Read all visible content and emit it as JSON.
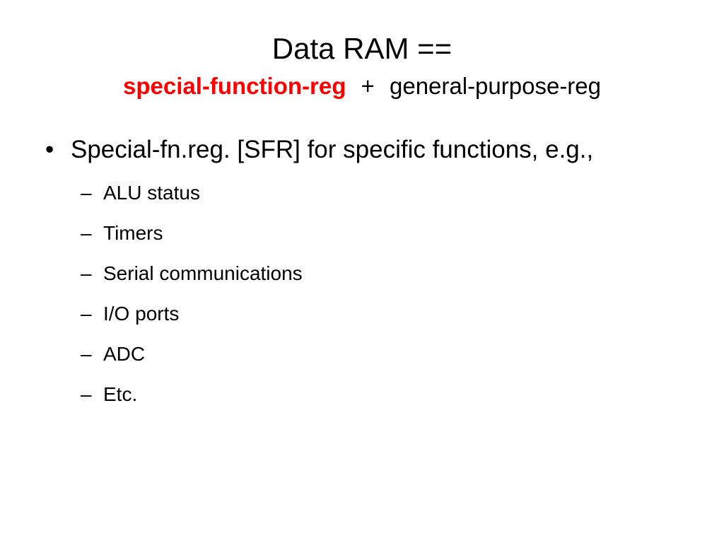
{
  "slide": {
    "title": "Data RAM ==",
    "subtitle": {
      "sfr_term": "special-function-reg",
      "plus": "+",
      "gpr_term": "general-purpose-reg"
    },
    "bullet": {
      "marker": "•",
      "text": "Special-fn.reg. [SFR] for specific functions, e.g.,"
    },
    "sub_marker": "–",
    "sub_items": [
      "ALU status",
      "Timers",
      "Serial communications",
      "I/O ports",
      "ADC",
      "Etc."
    ]
  },
  "colors": {
    "accent_red": "#ff0000",
    "text": "#000000",
    "background": "#ffffff"
  }
}
